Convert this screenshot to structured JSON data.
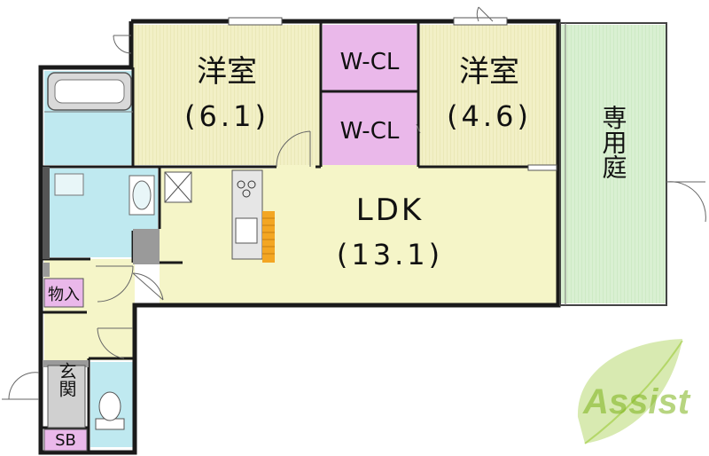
{
  "rooms": {
    "western_room_1": {
      "name": "洋室",
      "size": "(6.1)"
    },
    "western_room_2": {
      "name": "洋室",
      "size": "(4.6)"
    },
    "walk_in_closet_1": {
      "name": "W-CL"
    },
    "walk_in_closet_2": {
      "name": "W-CL"
    },
    "ldk": {
      "name": "LDK",
      "size": "(13.1)"
    },
    "private_garden": {
      "name": "専用庭"
    },
    "storage": {
      "name": "物入"
    },
    "entrance": {
      "name": "玄関"
    },
    "shoe_box": {
      "name": "SB"
    }
  },
  "logo": {
    "text": "Assist"
  },
  "colors": {
    "western_room": "#f0efc2",
    "closet": "#eab8ea",
    "ldk": "#f5f5c8",
    "bath": "#bfe9f0",
    "garden": "#d6efcf",
    "storage_label": "#eab8ea",
    "entrance_label": "#d0d0d0",
    "wall": "#1a1a1a",
    "logo_green": "#8fc31f"
  }
}
